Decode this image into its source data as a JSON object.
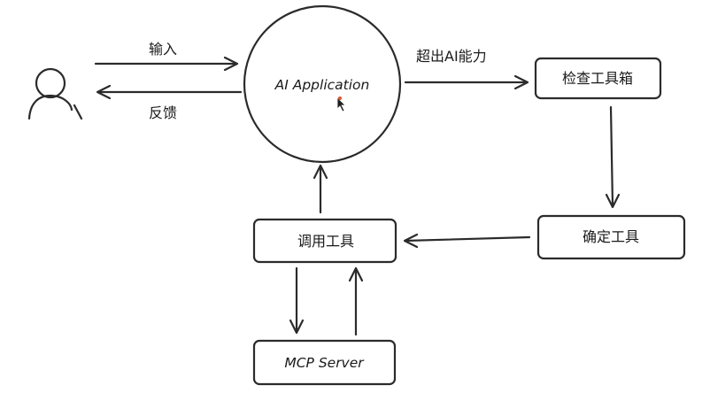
{
  "diagram": {
    "actor": {
      "icon": "user-icon"
    },
    "edges": {
      "input": "输入",
      "feedback": "反馈",
      "beyond_ai": "超出AI能力"
    },
    "nodes": {
      "ai_app": "AI Application",
      "check_toolbox": "检查工具箱",
      "confirm_tool": "确定工具",
      "call_tool": "调用工具",
      "mcp_server": "MCP Server"
    },
    "cursor": {
      "icon": "mouse-cursor-icon"
    }
  }
}
